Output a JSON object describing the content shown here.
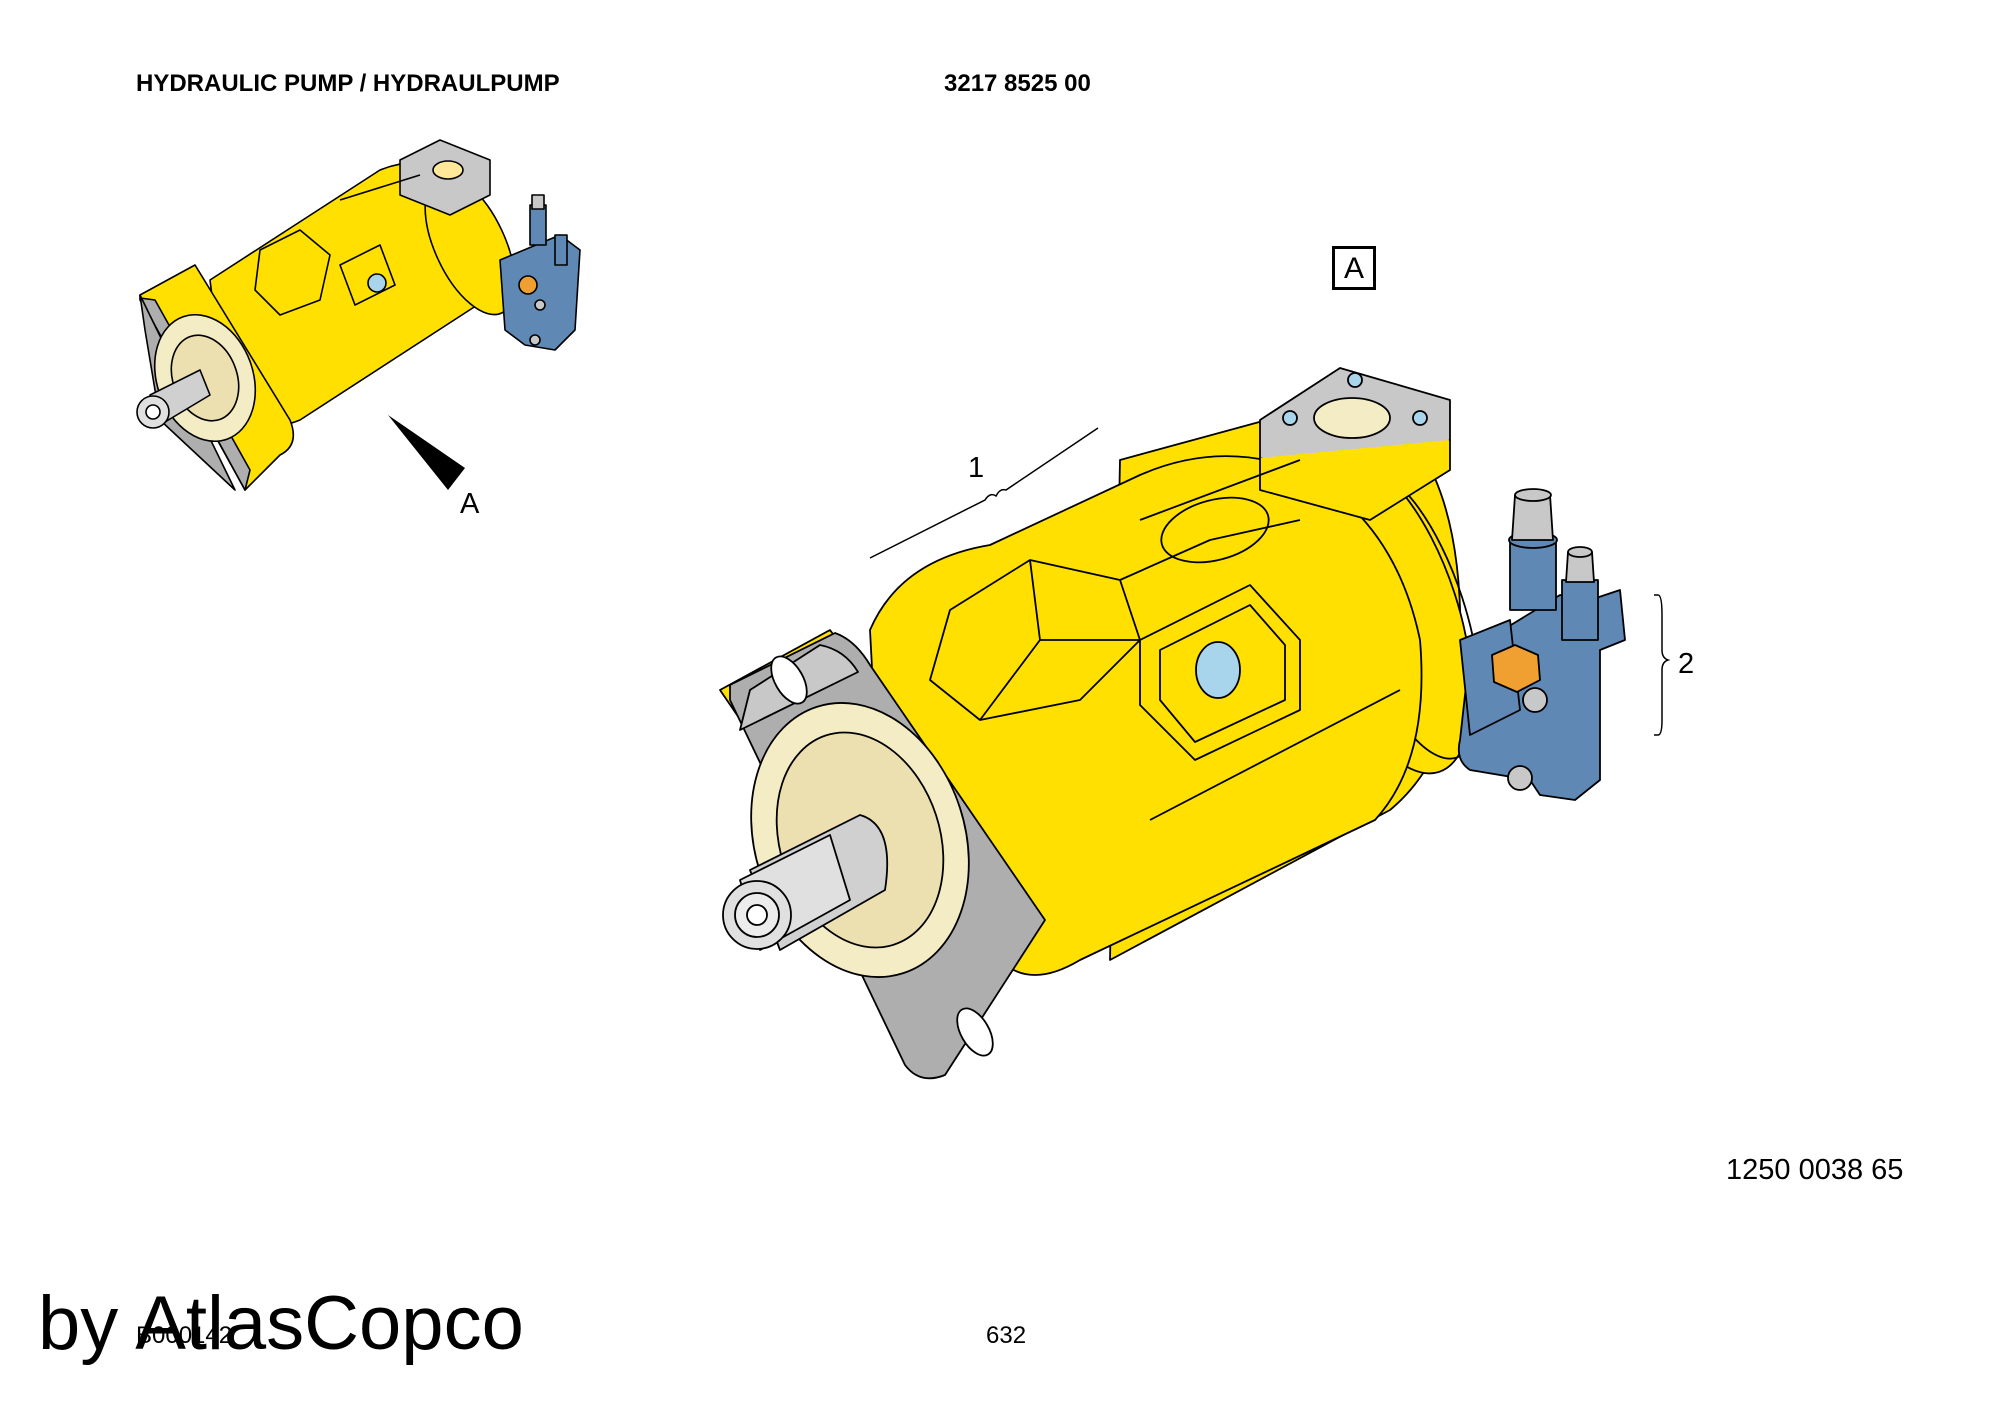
{
  "header": {
    "title": "HYDRAULIC PUMP / HYDRAULPUMP",
    "part_number": "3217 8525 00"
  },
  "labels": {
    "view_arrow_letter": "A",
    "view_box_letter": "A",
    "callout_1": "1",
    "callout_2": "2"
  },
  "footer": {
    "drawing_number": "1250 0038 65",
    "figure_ref": "B000142",
    "page_number": "632",
    "watermark": "by AtlasCopco"
  },
  "colors": {
    "housing_yellow": "#ffe000",
    "flange_gray": "#aeaeae",
    "valve_blue": "#5f88b4",
    "nut_orange": "#f0a030",
    "seal_cream": "#f4ecc4",
    "port_blue": "#a8d4ec"
  }
}
